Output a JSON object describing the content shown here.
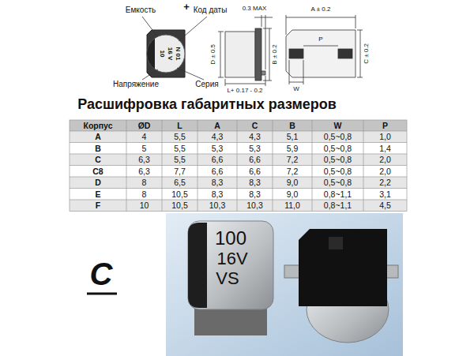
{
  "diagram": {
    "title": "Расшифровка габаритных размеров",
    "labels": [
      "Емкость",
      "+",
      "Код даты",
      "10",
      "16 V",
      "N 01",
      "Напряжение",
      "Серия",
      "0.3 MAX",
      "D ± 0.5",
      "B ± 0.2",
      "L+ 0.17 - 0.2",
      "A ± 0.2",
      "P",
      "C ± 0.2",
      "W",
      "Корпус",
      "ØD",
      "L",
      "A",
      "C",
      "B",
      "W",
      "P",
      "A",
      "4",
      "5,5",
      "4,3",
      "4,3",
      "5,1",
      "0,5~0,8",
      "1,0",
      "B",
      "5",
      "5,5",
      "5,3",
      "5,3",
      "5,9",
      "0,5~0,8",
      "1,4",
      "C",
      "6,3",
      "5,5",
      "6,6",
      "6,6",
      "7,2",
      "0,5~0,8",
      "2,0",
      "C8",
      "6,3",
      "7,7",
      "6,6",
      "6,6",
      "7,2",
      "0,5~0,8",
      "2,0",
      "D",
      "8",
      "6,5",
      "8,3",
      "8,3",
      "9,0",
      "0,5~0,8",
      "2,2",
      "E",
      "8",
      "10,5",
      "8,3",
      "8,3",
      "9,0",
      "0,8~1,1",
      "3,1",
      "F",
      "10",
      "10,5",
      "10,3",
      "10,3",
      "11,0",
      "0,8~1,1",
      "4,5",
      "100",
      "16V",
      "VS",
      "C"
    ]
  }
}
